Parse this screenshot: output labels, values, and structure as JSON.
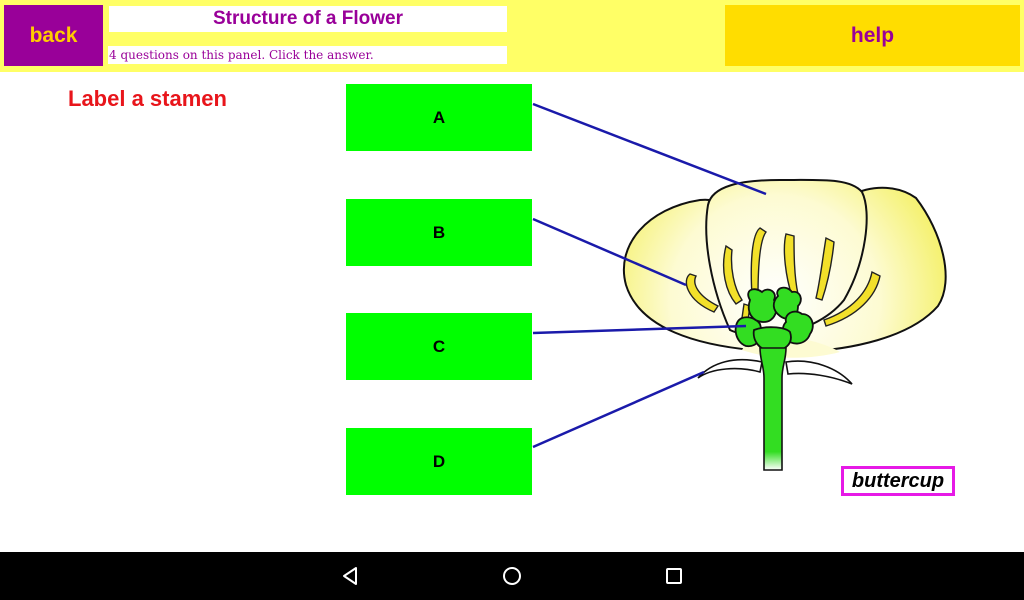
{
  "header": {
    "back_label": "back",
    "title": "Structure of a Flower",
    "subtitle": "4 questions on this panel. Click the answer.",
    "help_label": "help"
  },
  "question": "Label a stamen",
  "answers": [
    "A",
    "B",
    "C",
    "D"
  ],
  "flower_name": "buttercup",
  "colors": {
    "header_bg": "#ffff66",
    "back_bg": "#990099",
    "back_text": "#ffcc00",
    "help_bg": "#ffdd00",
    "accent_text": "#990099",
    "question_text": "#e8151b",
    "answer_bg": "#00ff00",
    "pointer_line": "#1a1aaa",
    "flower_label_border": "#e619e6"
  },
  "navbar": {
    "icons": [
      "back-triangle-icon",
      "home-circle-icon",
      "recents-square-icon"
    ]
  }
}
